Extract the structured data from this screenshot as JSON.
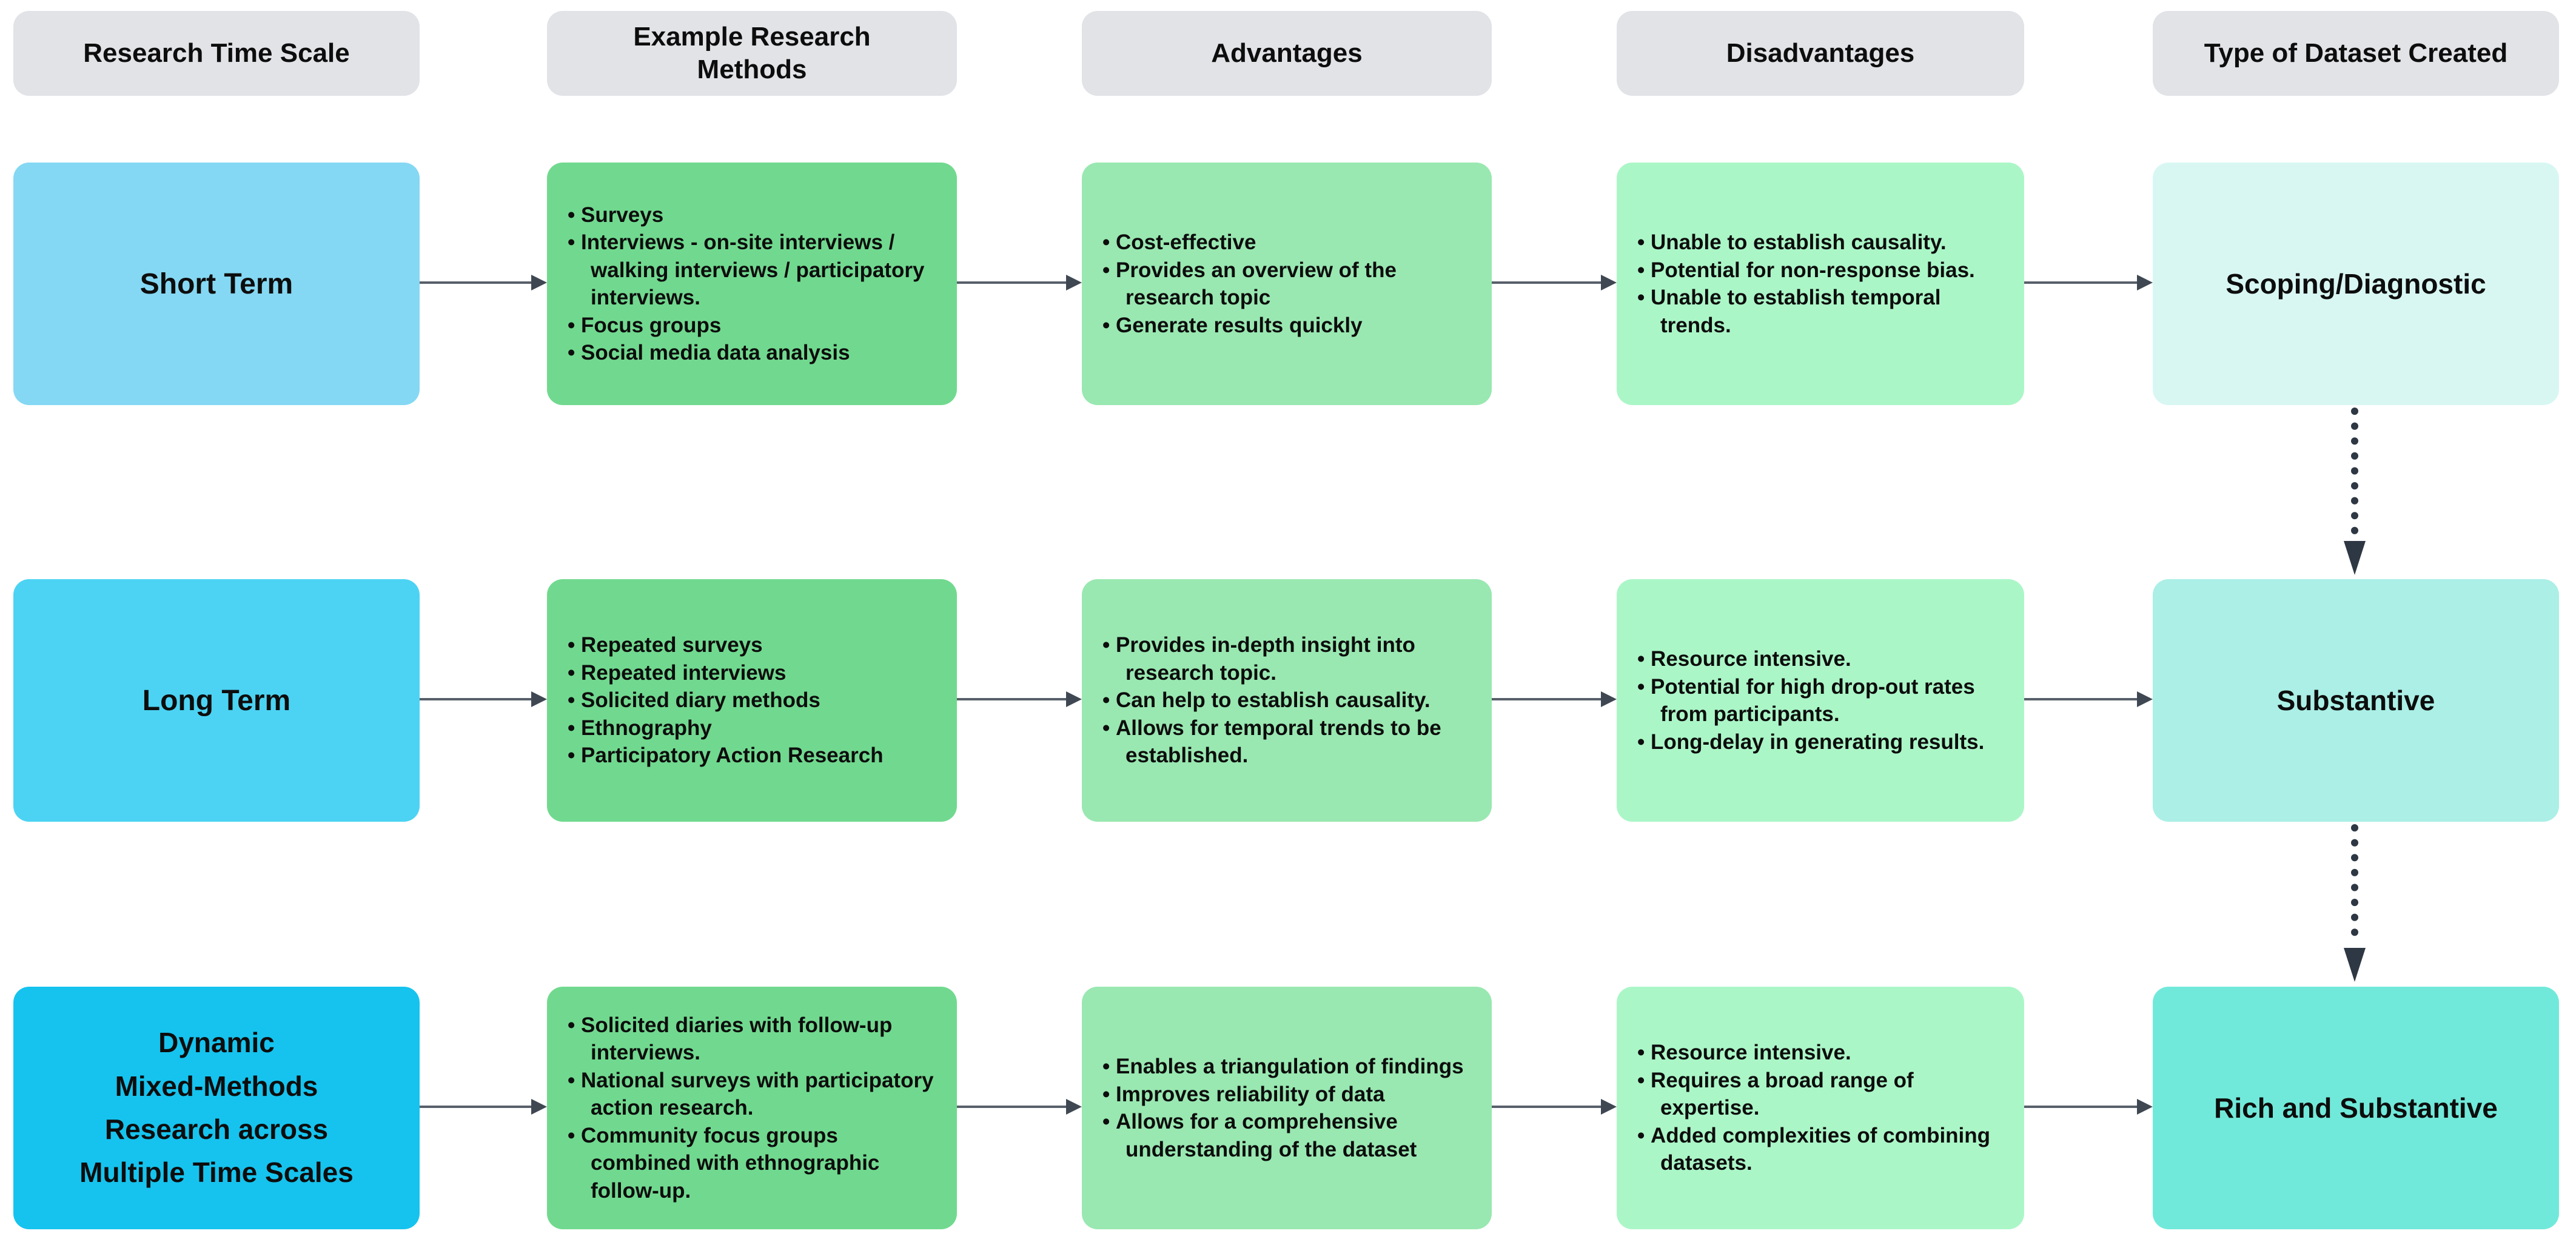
{
  "headers": [
    {
      "id": "research-time-scale",
      "lines": [
        "Research Time Scale"
      ]
    },
    {
      "id": "example-research-methods",
      "lines": [
        "Example Research",
        "Methods"
      ]
    },
    {
      "id": "advantages",
      "lines": [
        "Advantages"
      ]
    },
    {
      "id": "disadvantages",
      "lines": [
        "Disadvantages"
      ]
    },
    {
      "id": "type-of-dataset-created",
      "lines": [
        "Type of Dataset Created"
      ]
    }
  ],
  "rows": [
    {
      "time_scale_lines": [
        "Short Term"
      ],
      "time_scale_color": "#85d8f3",
      "methods": [
        "Surveys",
        "Interviews - on-site interviews / walking interviews / participatory interviews.",
        "Focus groups",
        "Social media data analysis"
      ],
      "advantages": [
        "Cost-effective",
        "Provides an overview of the research topic",
        "Generate results quickly"
      ],
      "disadvantages": [
        "Unable to establish causality.",
        "Potential for non-response bias.",
        "Unable to establish temporal trends."
      ],
      "dataset": "Scoping/Diagnostic",
      "dataset_color": "#d8f7f3"
    },
    {
      "time_scale_lines": [
        "Long Term"
      ],
      "time_scale_color": "#4cd3f3",
      "methods": [
        "Repeated surveys",
        "Repeated interviews",
        "Solicited diary methods",
        "Ethnography",
        "Participatory Action Research"
      ],
      "advantages": [
        "Provides in-depth insight into research topic.",
        "Can help to establish causality.",
        "Allows for temporal trends to be established."
      ],
      "disadvantages": [
        "Resource intensive.",
        "Potential for high drop-out rates from participants.",
        "Long-delay in generating results."
      ],
      "dataset": "Substantive",
      "dataset_color": "#abefe6"
    },
    {
      "time_scale_lines": [
        "Dynamic",
        "Mixed-Methods",
        "Research across",
        "Multiple Time Scales"
      ],
      "time_scale_color": "#16c3ee",
      "methods": [
        "Solicited diaries with follow-up interviews.",
        "National surveys with participatory action research.",
        "Community focus groups combined with ethnographic follow-up."
      ],
      "advantages": [
        "Enables a triangulation of findings",
        "Improves reliability of data",
        "Allows for a comprehensive understanding of the dataset"
      ],
      "disadvantages": [
        "Resource intensive.",
        "Requires a broad range of expertise.",
        "Added complexities of combining datasets."
      ],
      "dataset": "Rich and Substantive",
      "dataset_color": "#71e9da"
    }
  ],
  "colors": {
    "header_bg": "#e1e3e7",
    "text": "#0d0d0d",
    "methods_bg": "#71d98f",
    "advantages_bg": "#99e8b1",
    "disadvantages_bg": "#abf6c7",
    "arrow_line": "#575f6a",
    "arrow_head": "#3f4852",
    "dotted_arrow": "#2e3844"
  }
}
